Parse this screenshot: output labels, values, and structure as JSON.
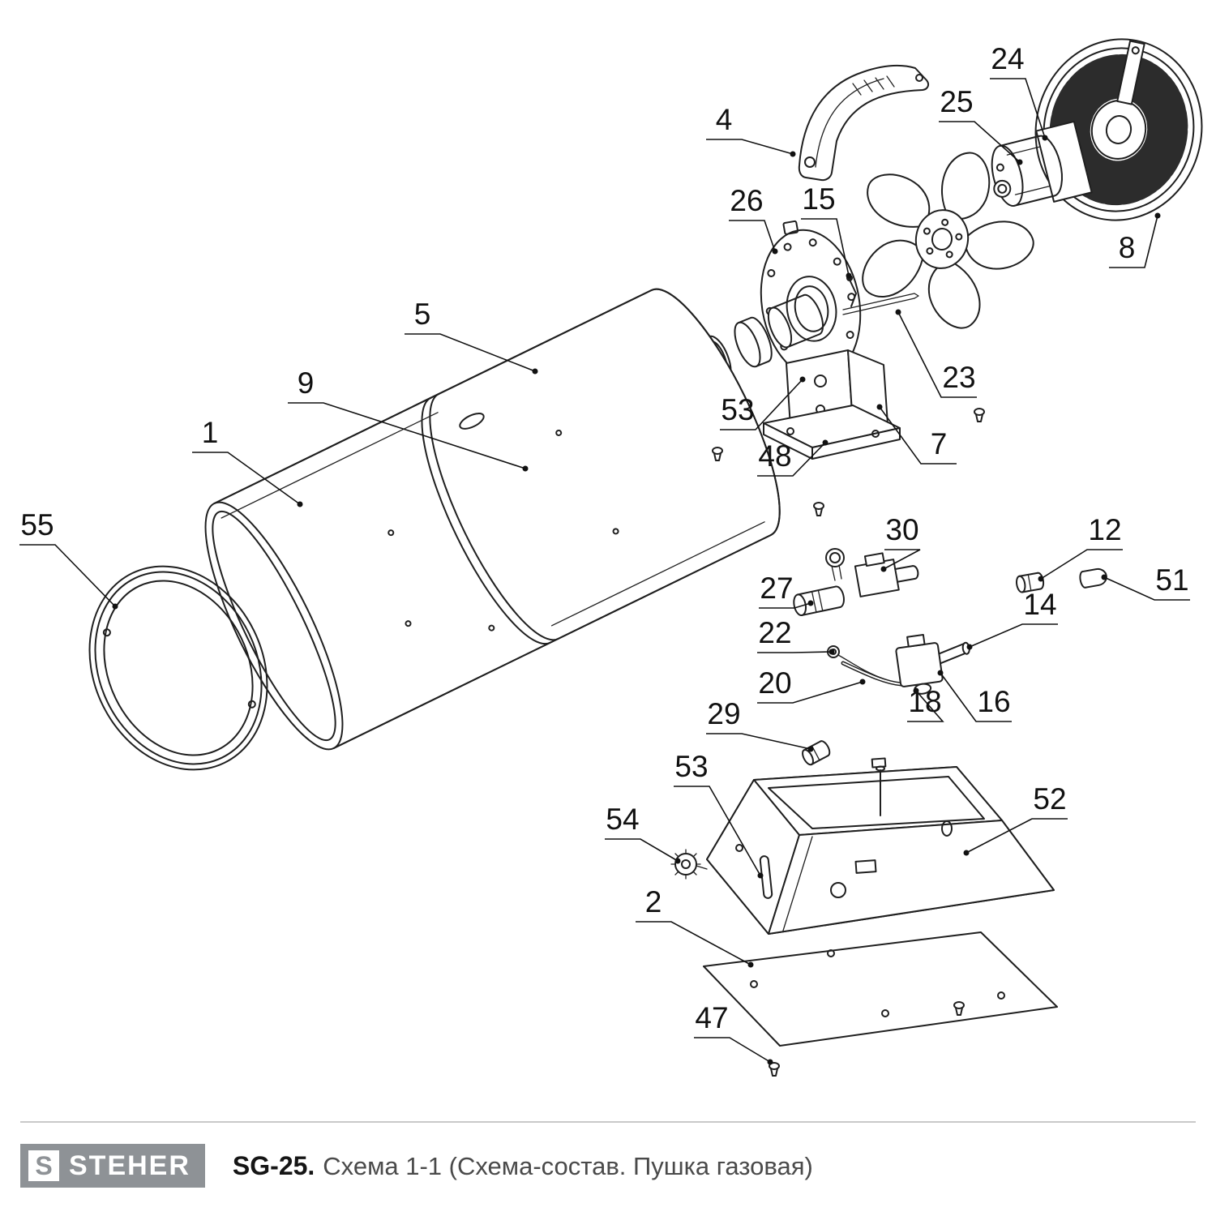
{
  "diagram": {
    "callouts": {
      "c1": "1",
      "c2": "2",
      "c4": "4",
      "c5": "5",
      "c7": "7",
      "c8": "8",
      "c9": "9",
      "c12": "12",
      "c14": "14",
      "c15": "15",
      "c16": "16",
      "c18": "18",
      "c20": "20",
      "c22": "22",
      "c23": "23",
      "c24": "24",
      "c25": "25",
      "c26": "26",
      "c27": "27",
      "c29": "29",
      "c30": "30",
      "c47": "47",
      "c48": "48",
      "c51": "51",
      "c52": "52",
      "c53a": "53",
      "c53b": "53",
      "c54": "54",
      "c55": "55"
    }
  },
  "footer": {
    "brand": "STEHER",
    "logo_glyph": "S",
    "model": "SG-25.",
    "caption": "Схема 1-1 (Схема-состав. Пушка газовая)"
  },
  "colors": {
    "line": "#1f1f1f",
    "logo_background": "#8e9296"
  }
}
